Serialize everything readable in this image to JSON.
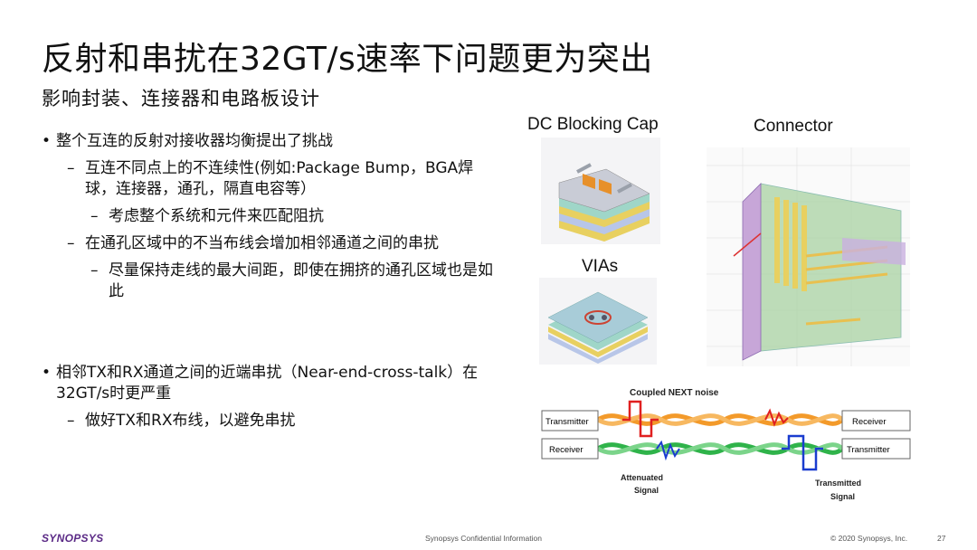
{
  "title": "反射和串扰在32GT/s速率下问题更为突出",
  "subtitle": "影响封装、连接器和电路板设计",
  "bullets": {
    "l1": "整个互连的反射对接收器均衡提出了挑战",
    "l1a": "互连不同点上的不连续性(例如:Package Bump，BGA焊球，连接器，通孔，隔直电容等）",
    "l1a1": "考虑整个系统和元件来匹配阻抗",
    "l1b": "在通孔区域中的不当布线会增加相邻通道之间的串扰",
    "l1b1": "尽量保持走线的最大间距，即使在拥挤的通孔区域也是如此",
    "l2": "相邻TX和RX通道之间的近端串扰（Near-end-cross-talk）在32GT/s时更严重",
    "l2a": "做好TX和RX布线，以避免串扰"
  },
  "figures": {
    "dc_cap_label": "DC Blocking Cap",
    "connector_label": "Connector",
    "vias_label": "VIAs",
    "next": {
      "coupled_next_noise": "Coupled NEXT noise",
      "transmitter_left": "Transmitter",
      "receiver_left": "Receiver",
      "receiver_right": "Receiver",
      "transmitter_right": "Transmitter",
      "attenuated_signal_1": "Attenuated",
      "attenuated_signal_2": "Signal",
      "transmitted_signal_1": "Transmitted",
      "transmitted_signal_2": "Signal"
    }
  },
  "footer": {
    "logo": "SYNOPSYS",
    "confidential": "Synopsys Confidential Information",
    "copyright": "© 2020 Synopsys, Inc.",
    "page_number": "27"
  },
  "colors": {
    "logo": "#5b2a86",
    "orange_trace": "#f39a2a",
    "green_trace": "#2fb34a",
    "red_signal": "#e02020",
    "blue_signal": "#1a3ccf"
  }
}
